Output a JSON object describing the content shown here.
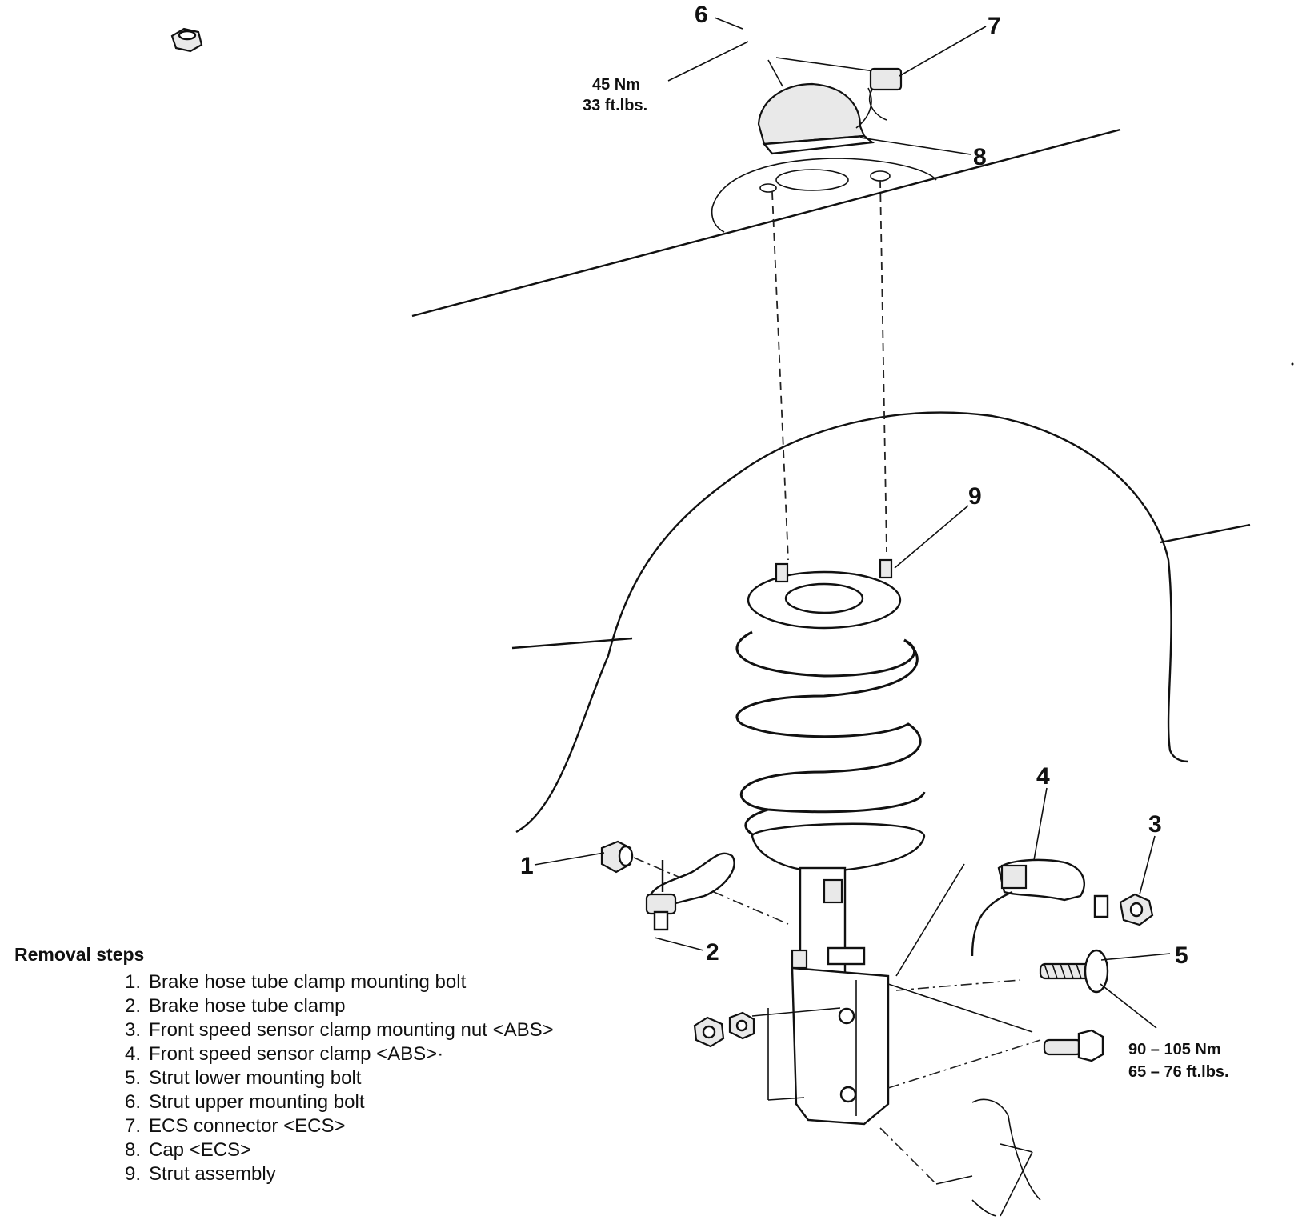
{
  "callouts": {
    "c1": "1",
    "c2": "2",
    "c3": "3",
    "c4": "4",
    "c5": "5",
    "c6": "6",
    "c7": "7",
    "c8": "8",
    "c9": "9"
  },
  "torque": {
    "upper_nm": "45 Nm",
    "upper_ftlbs": "33 ft.lbs.",
    "lower_nm": "90 – 105 Nm",
    "lower_ftlbs": "65 – 76 ft.lbs."
  },
  "removal_steps": {
    "heading": "Removal steps",
    "items": [
      {
        "num": "1.",
        "text": "Brake hose tube clamp mounting bolt"
      },
      {
        "num": "2.",
        "text": "Brake hose tube clamp"
      },
      {
        "num": "3.",
        "text": "Front speed sensor clamp mounting nut <ABS>"
      },
      {
        "num": "4.",
        "text": "Front speed sensor clamp <ABS>·"
      },
      {
        "num": "5.",
        "text": "Strut lower mounting bolt"
      },
      {
        "num": "6.",
        "text": "Strut upper mounting bolt"
      },
      {
        "num": "7.",
        "text": "ECS connector <ECS>"
      },
      {
        "num": "8.",
        "text": "Cap <ECS>"
      },
      {
        "num": "9.",
        "text": "Strut assembly"
      }
    ]
  }
}
